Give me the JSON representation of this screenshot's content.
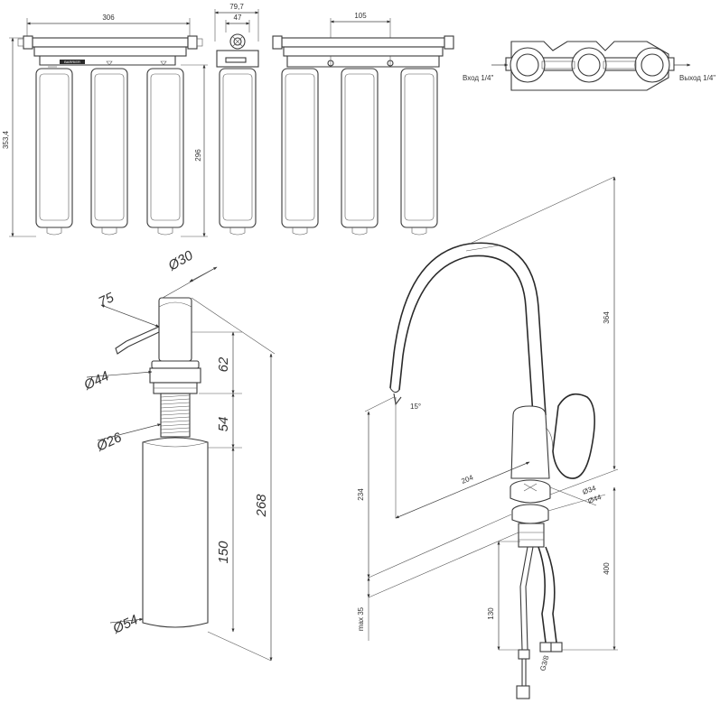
{
  "filter": {
    "width": "306",
    "height_total": "353,4",
    "height_housing": "296",
    "side_depth": "79,7",
    "side_inner": "47",
    "top_spacing": "105",
    "inlet": "Вход 1/4\"",
    "outlet": "Выход 1/4\"",
    "brand": "BARRIER"
  },
  "dispenser": {
    "head_diameter": "Ø30",
    "spout_length": "75",
    "head_height": "62",
    "flange_diameter": "Ø44",
    "thread_height": "54",
    "thread_diameter": "Ø26",
    "body_height": "150",
    "total_height": "268",
    "base_diameter": "Ø54"
  },
  "faucet": {
    "total_height": "364",
    "spout_height": "234",
    "reach": "204",
    "spout_angle": "15°",
    "base_diameter_inner": "Ø34",
    "base_diameter_outer": "Ø44",
    "shank_length": "400",
    "max_counter": "max 35",
    "hose_length": "130",
    "hose_thread": "G3/8"
  }
}
